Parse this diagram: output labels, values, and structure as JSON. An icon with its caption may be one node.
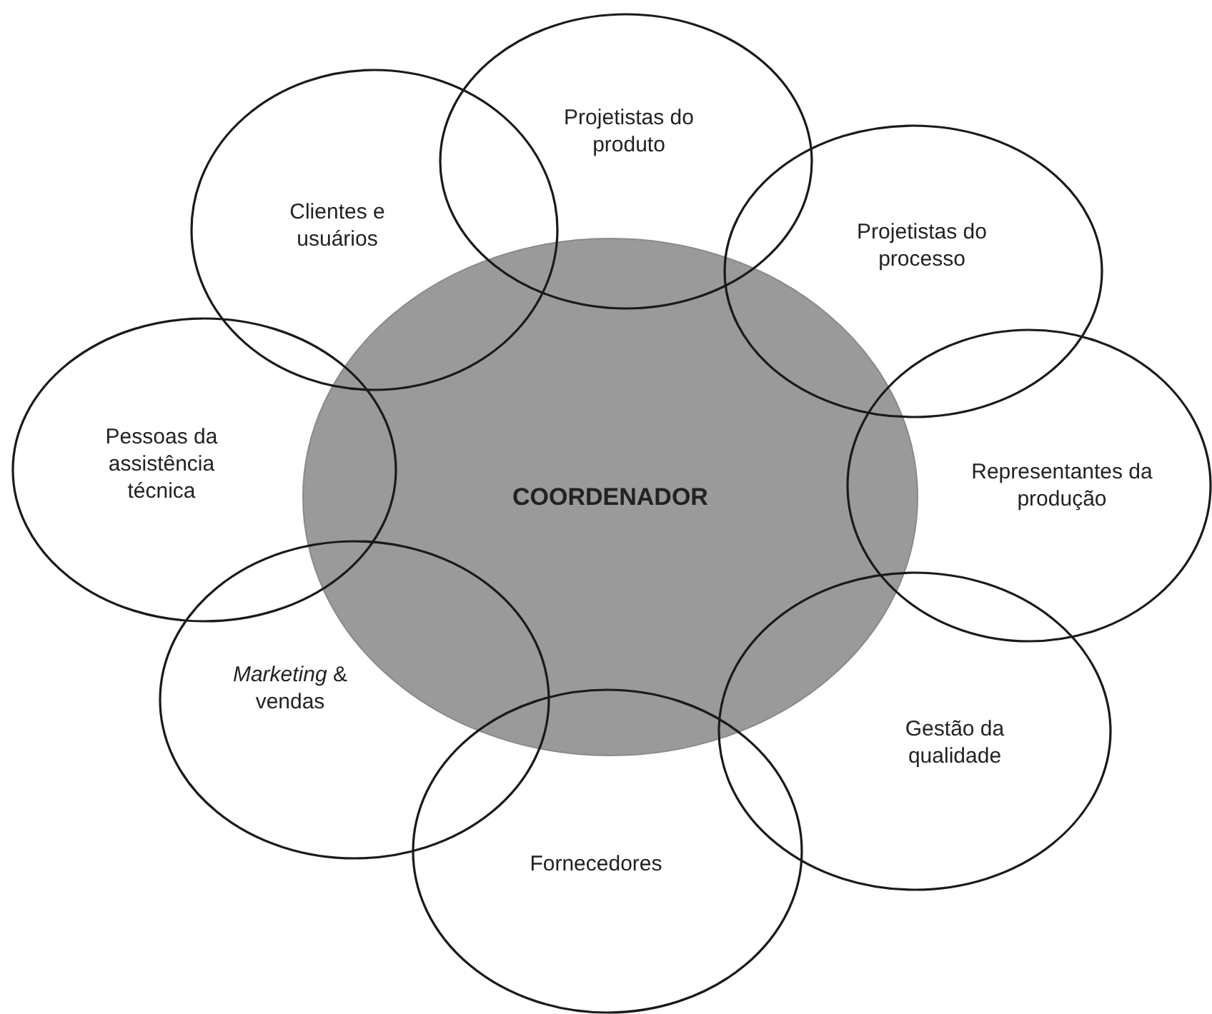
{
  "diagram": {
    "nodes": [
      {
        "text": [
          "Projetistas do produto"
        ]
      },
      {
        "text": [
          "Clientes e usuários"
        ]
      },
      {
        "text": [
          "Projetistas do processo"
        ]
      },
      {
        "text": [
          "Pessoas da assistência técnica"
        ]
      },
      {
        "text": [
          "COORDENADOR"
        ]
      },
      {
        "text": [
          "Representantes da produção"
        ]
      },
      {
        "text": [
          "*Marketing* & vendas"
        ]
      },
      {
        "text": [
          "Gestão da qualidade"
        ]
      },
      {
        "text": [
          "Fornecedores"
        ]
      }
    ]
  }
}
